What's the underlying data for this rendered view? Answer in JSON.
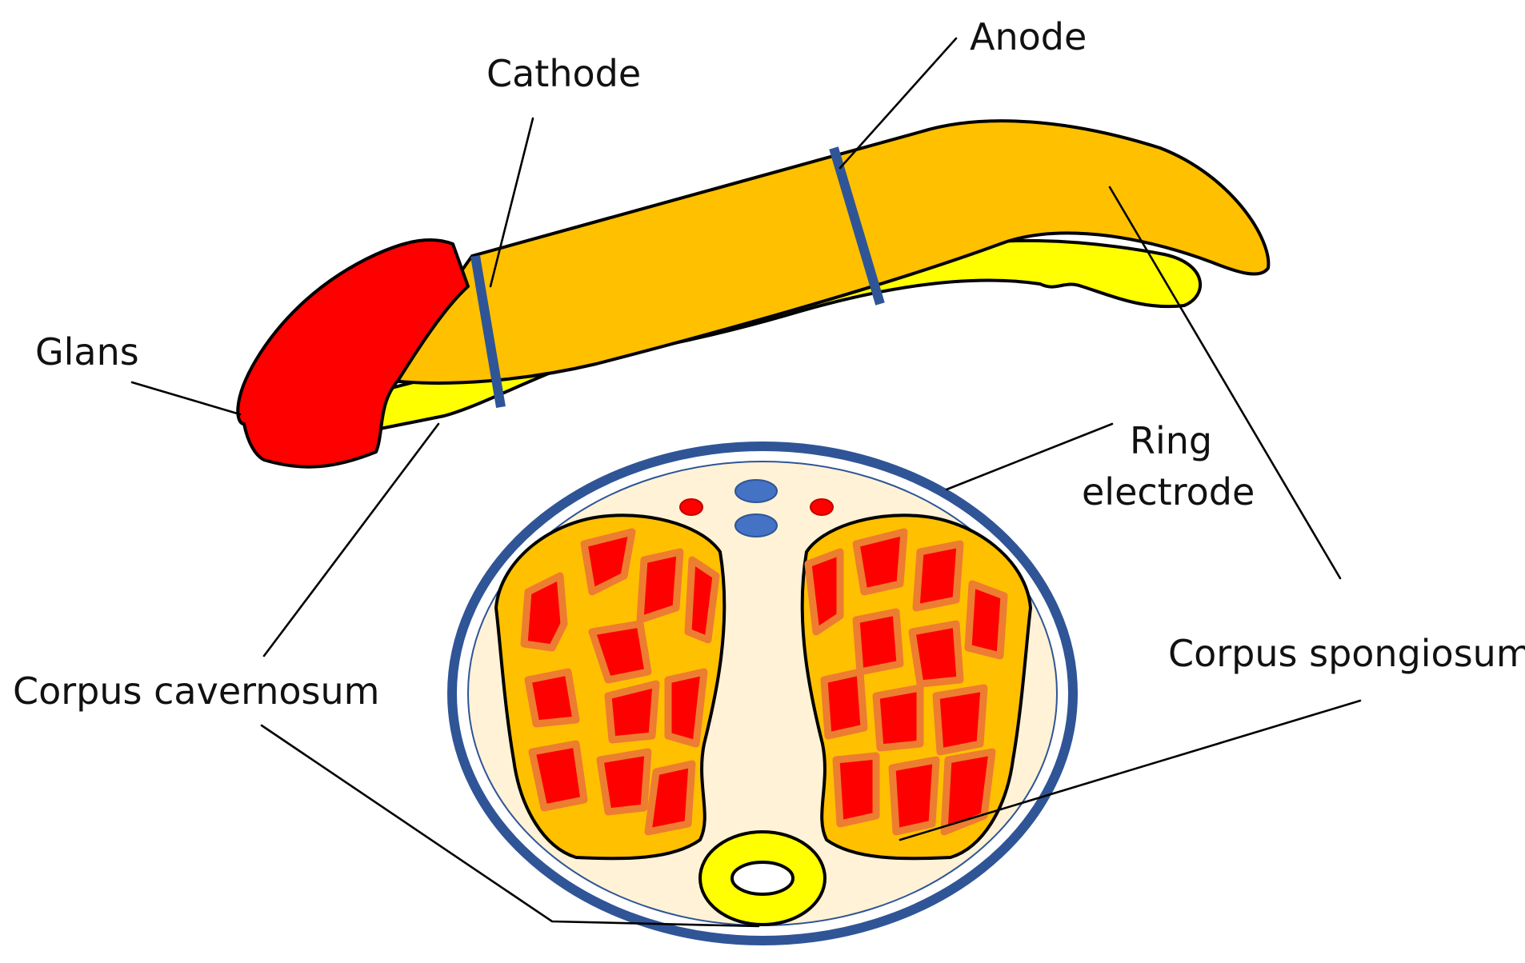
{
  "labels": {
    "anode": "Anode",
    "cathode": "Cathode",
    "glans": "Glans",
    "ring_line1": "Ring",
    "ring_line2": "electrode",
    "corpus_spongiosum": "Corpus spongiosum",
    "corpus_cavernosum": "Corpus cavernosum"
  },
  "colors": {
    "glans": "#ff0000",
    "cavernosum": "#ffc000",
    "spongiosum": "#ffff00",
    "electrode": "#2f5597",
    "tissue_background": "#fff2d6",
    "sinusoid_red": "#ff0000",
    "sinusoid_border": "#ed7d31",
    "vessel_blue": "#4472c4",
    "artery_red": "#ff0000"
  }
}
